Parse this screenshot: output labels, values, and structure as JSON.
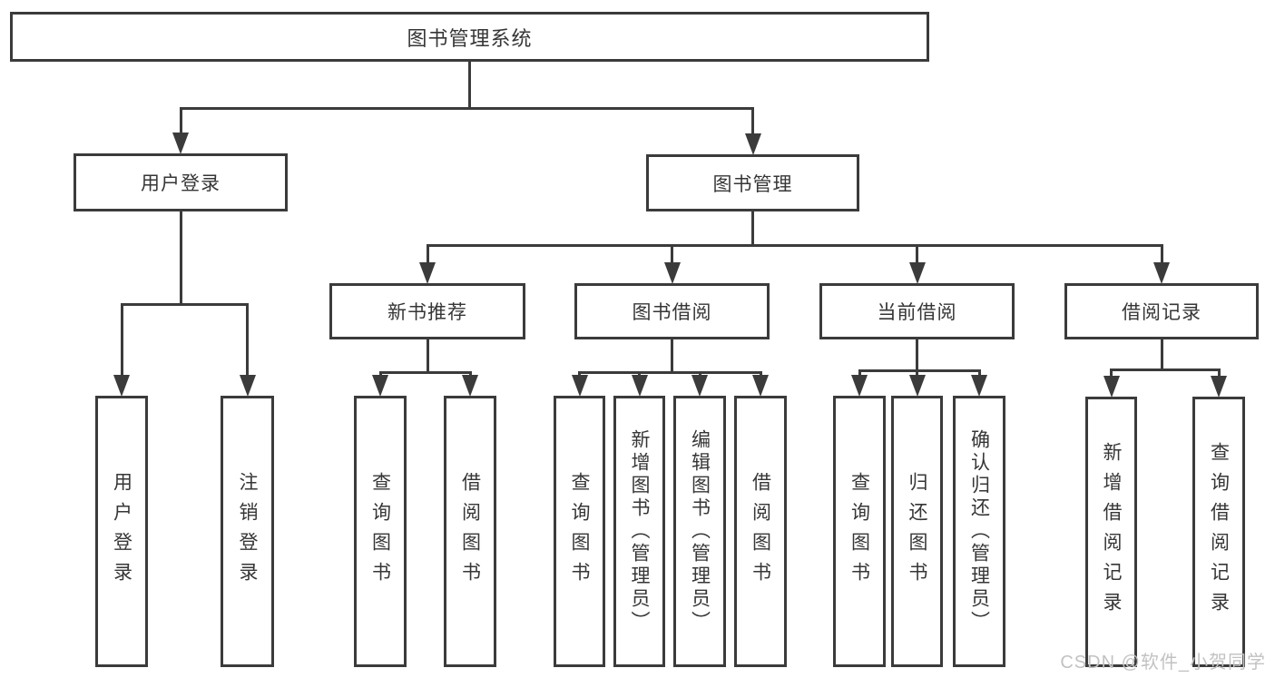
{
  "diagram": {
    "watermark": "CSDN @软件_小贺同学",
    "colors": {
      "line": "#3b3b3b",
      "text": "#363636",
      "background": "#ffffff",
      "watermark": "#c2c2c2"
    },
    "nodes": [
      {
        "id": "root",
        "label": "图书管理系统",
        "orientation": "horizontal"
      },
      {
        "id": "user-login",
        "label": "用户登录",
        "orientation": "horizontal"
      },
      {
        "id": "book-mgmt",
        "label": "图书管理",
        "orientation": "horizontal"
      },
      {
        "id": "new-book-rec",
        "label": "新书推荐",
        "orientation": "horizontal"
      },
      {
        "id": "book-borrow",
        "label": "图书借阅",
        "orientation": "horizontal"
      },
      {
        "id": "current-borrow",
        "label": "当前借阅",
        "orientation": "horizontal"
      },
      {
        "id": "borrow-records",
        "label": "借阅记录",
        "orientation": "horizontal"
      },
      {
        "id": "login",
        "label": "用户登录",
        "orientation": "vertical"
      },
      {
        "id": "logout",
        "label": "注销登录",
        "orientation": "vertical"
      },
      {
        "id": "query-books-1",
        "label": "查询图书",
        "orientation": "vertical"
      },
      {
        "id": "borrow-books-1",
        "label": "借阅图书",
        "orientation": "vertical"
      },
      {
        "id": "query-books-2",
        "label": "查询图书",
        "orientation": "vertical"
      },
      {
        "id": "add-books",
        "label": "新增图书（管理员）",
        "orientation": "vertical"
      },
      {
        "id": "edit-books",
        "label": "编辑图书（管理员）",
        "orientation": "vertical"
      },
      {
        "id": "borrow-books-2",
        "label": "借阅图书",
        "orientation": "vertical"
      },
      {
        "id": "query-books-3",
        "label": "查询图书",
        "orientation": "vertical"
      },
      {
        "id": "return-books",
        "label": "归还图书",
        "orientation": "vertical"
      },
      {
        "id": "confirm-return",
        "label": "确认归还（管理员）",
        "orientation": "vertical"
      },
      {
        "id": "add-borrow-record",
        "label": "新增借阅记录",
        "orientation": "vertical"
      },
      {
        "id": "query-borrow-record",
        "label": "查询借阅记录",
        "orientation": "vertical"
      }
    ],
    "edges": [
      {
        "from": "root",
        "to": [
          "user-login",
          "book-mgmt"
        ]
      },
      {
        "from": "user-login",
        "to": [
          "login",
          "logout"
        ]
      },
      {
        "from": "book-mgmt",
        "to": [
          "new-book-rec",
          "book-borrow",
          "current-borrow",
          "borrow-records"
        ]
      },
      {
        "from": "new-book-rec",
        "to": [
          "query-books-1",
          "borrow-books-1"
        ]
      },
      {
        "from": "book-borrow",
        "to": [
          "query-books-2",
          "add-books",
          "edit-books",
          "borrow-books-2"
        ]
      },
      {
        "from": "current-borrow",
        "to": [
          "query-books-3",
          "return-books",
          "confirm-return"
        ]
      },
      {
        "from": "borrow-records",
        "to": [
          "add-borrow-record",
          "query-borrow-record"
        ]
      }
    ]
  }
}
